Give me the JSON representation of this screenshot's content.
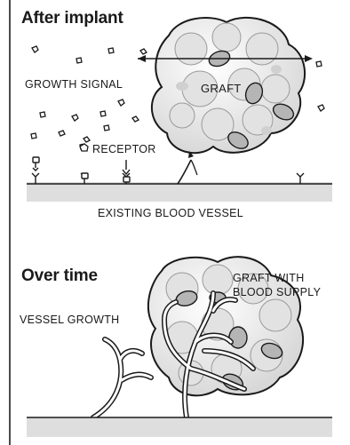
{
  "panel_top": {
    "title": "After implant",
    "growth_signal_label": "GROWTH SIGNAL",
    "graft_label": "GRAFT",
    "receptor_label": "RECEPTOR",
    "vessel_label": "EXISTING BLOOD VESSEL"
  },
  "panel_bottom": {
    "title": "Over time",
    "graft_label": "GRAFT WITH\nBLOOD SUPPLY",
    "vessel_growth_label": "VESSEL GROWTH"
  },
  "colors": {
    "ink": "#1a1a1a",
    "graft_fill": "#e8e8e8",
    "graft_shade": "#c8c8c8",
    "vessel_wall": "#d9d9d9",
    "frame": "#4a4a4a"
  }
}
